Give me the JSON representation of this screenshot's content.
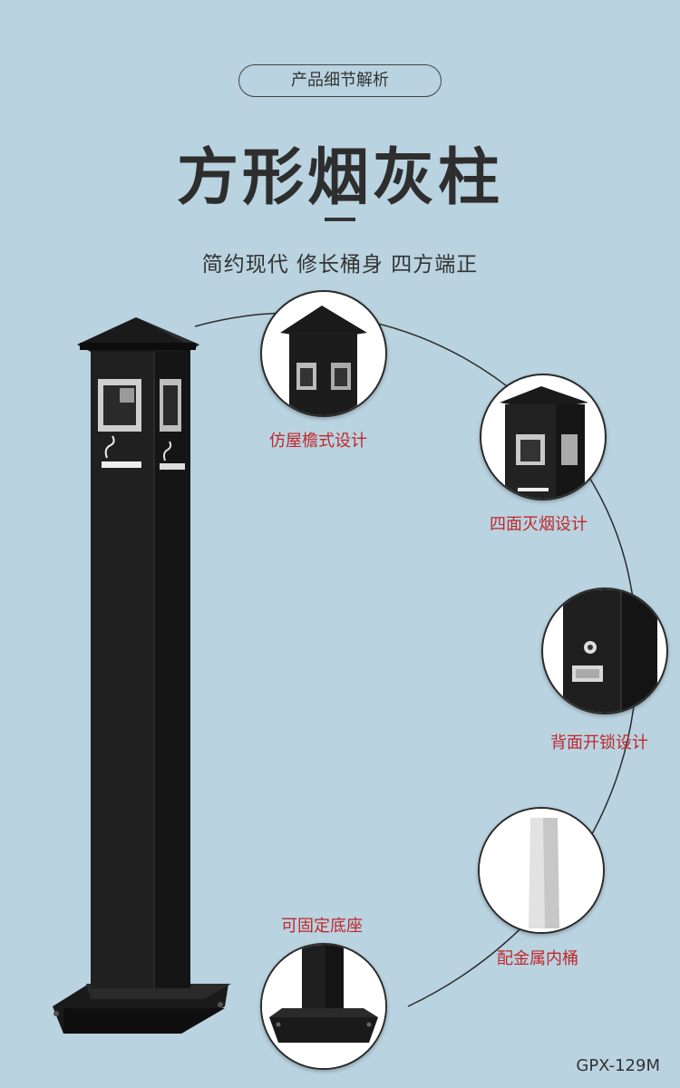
{
  "header": {
    "pill_label": "产品细节解析",
    "title": "方形烟灰柱",
    "subtitle": "简约现代  修长桶身  四方端正"
  },
  "features": {
    "roof": "仿屋檐式设计",
    "four_side": "四面灭烟设计",
    "back_lock": "背面开锁设计",
    "inner_bucket": "配金属内桶",
    "base": "可固定底座"
  },
  "footer": {
    "model": "GPX-129M"
  },
  "colors": {
    "background": "#b9d3e0",
    "accent_red": "#c0282d",
    "post_black": "#1c1c1c"
  }
}
